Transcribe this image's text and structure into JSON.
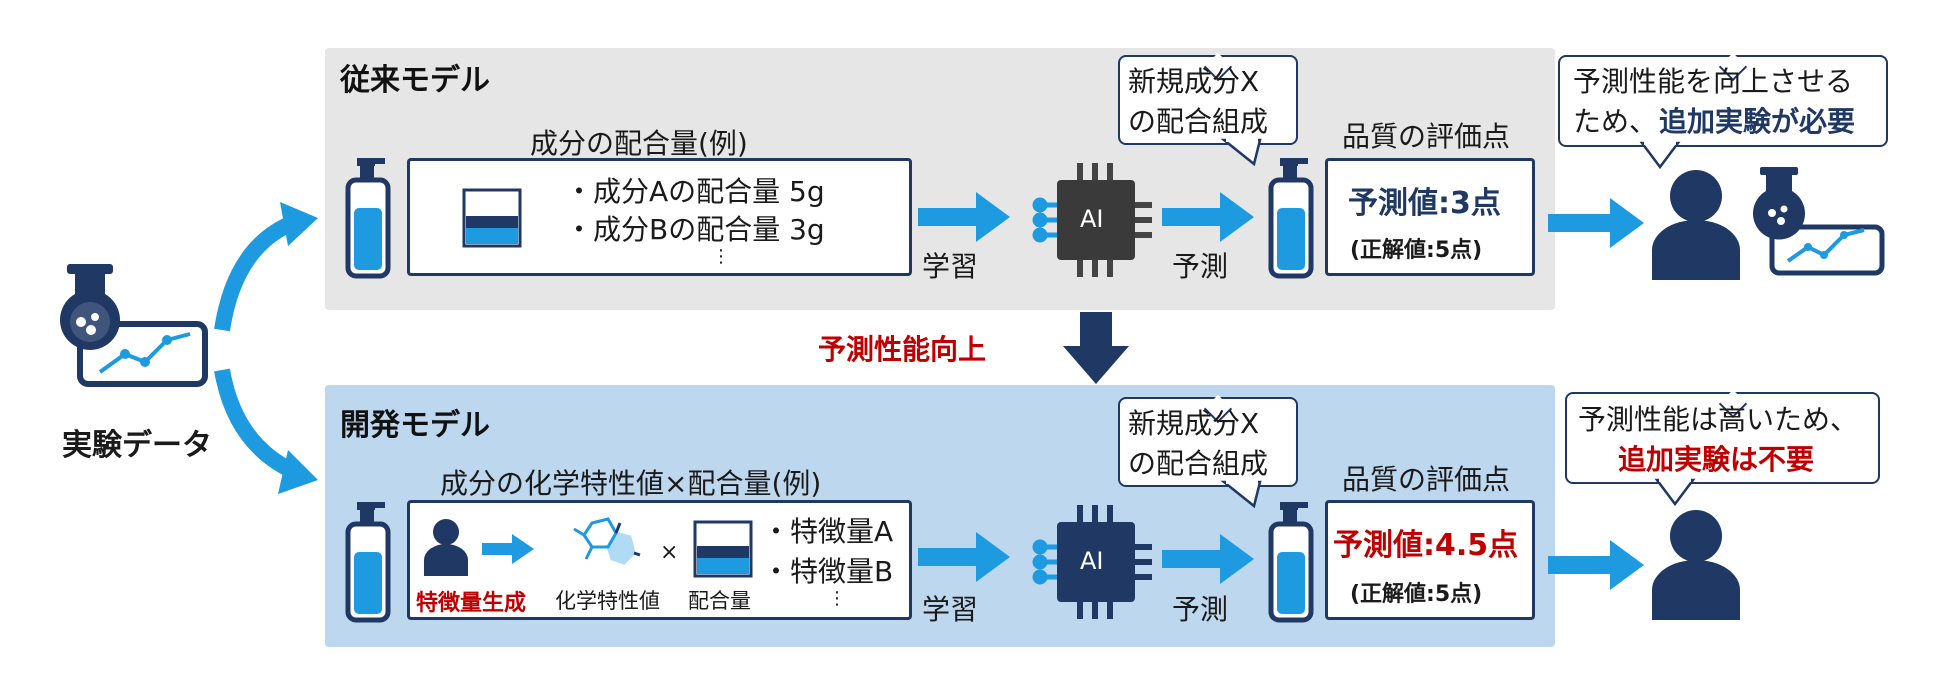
{
  "left": {
    "label": "実験データ"
  },
  "conventional": {
    "title": "従来モデル",
    "composition_title": "成分の配合量(例)",
    "items": [
      "・成分Aの配合量 5g",
      "・成分Bの配合量 3g"
    ],
    "more": "⋮",
    "learn": "学習",
    "ai": "AI",
    "predict": "予測",
    "bubble_new": [
      "新規成分X",
      "の配合組成"
    ],
    "eval_title": "品質の評価点",
    "predicted": "予測値:3点",
    "correct": "(正解値:5点)",
    "bubble_result_1": "予測性能を向上させる",
    "bubble_result_2a": "ため、",
    "bubble_result_2b": "追加実験が必要"
  },
  "improve_label": "予測性能向上",
  "developed": {
    "title": "開発モデル",
    "composition_title": "成分の化学特性値×配合量(例)",
    "feature_gen": "特徴量生成",
    "chem_value": "化学特性値",
    "times": "×",
    "amount": "配合量",
    "items": [
      "・特徴量A",
      "・特徴量B"
    ],
    "more": "⋮",
    "learn": "学習",
    "ai": "AI",
    "predict": "予測",
    "bubble_new": [
      "新規成分X",
      "の配合組成"
    ],
    "eval_title": "品質の評価点",
    "predicted": "予測値:4.5点",
    "correct": "(正解値:5点)",
    "bubble_result_1": "予測性能は高いため、",
    "bubble_result_2": "追加実験は不要"
  },
  "colors": {
    "navy": "#1f3864",
    "blue": "#1e9ae0",
    "red": "#c00000",
    "gray_panel": "#e6e6e6",
    "blue_panel": "#bdd7ee"
  }
}
